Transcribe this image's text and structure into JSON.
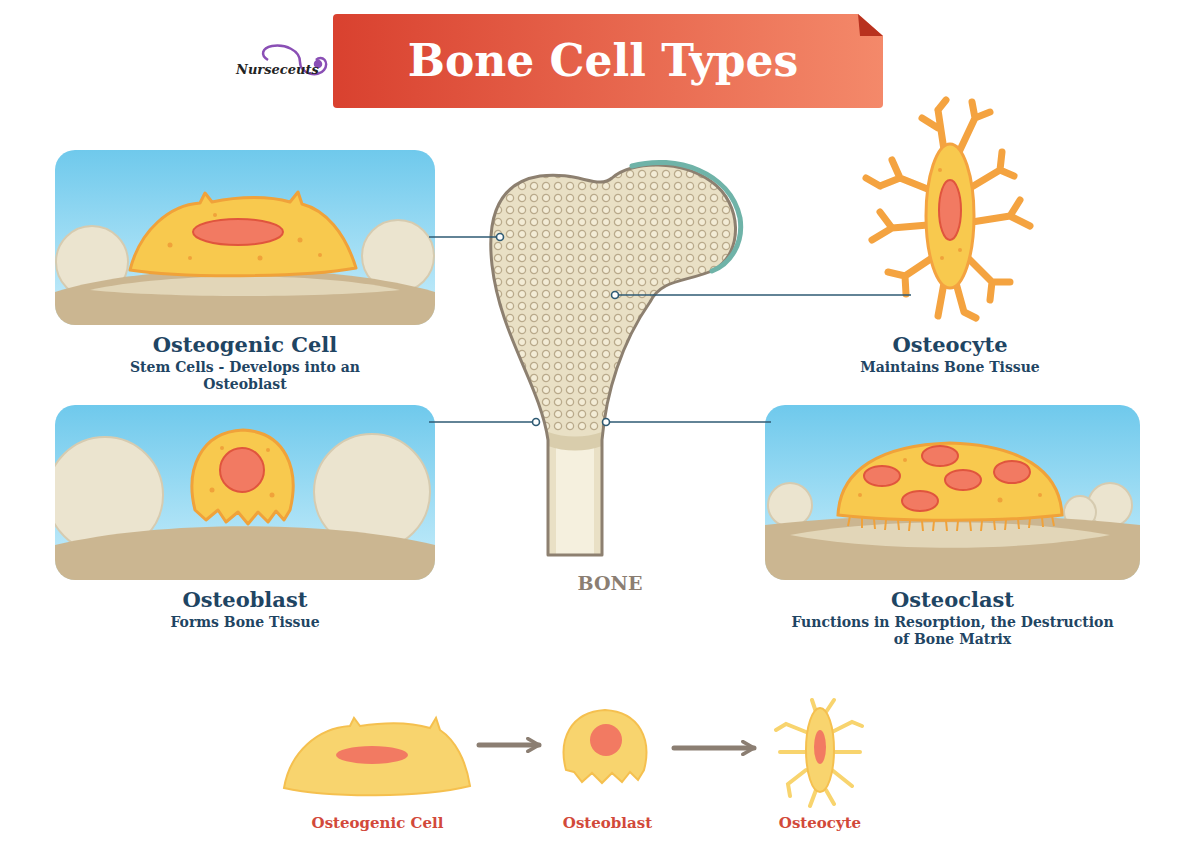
{
  "diagram": {
    "title": "Bone Cell Types",
    "nodes": [
      {
        "text": [
          "Osteogenic Cell",
          "Stem Cells - Develops into an Osteoblast"
        ]
      },
      {
        "text": [
          "BONE"
        ]
      },
      {
        "text": [
          "Osteocyte",
          "Maintains Bone Tissue"
        ]
      },
      {
        "text": [
          "Osteoblast",
          "Forms Bone Tissue"
        ]
      },
      {
        "text": [
          "Osteoclast",
          "Functions in Resorption, the Destruction of Bone Matrix"
        ]
      },
      {
        "text": [
          "Osteogenic Cell"
        ]
      },
      {
        "text": [
          "Osteoblast"
        ]
      },
      {
        "text": [
          "Osteocyte"
        ]
      }
    ],
    "edges": [
      {
        "from": 0,
        "to": 1,
        "arrow": "none"
      },
      {
        "from": 2,
        "to": 1,
        "arrow": "none"
      },
      {
        "from": 3,
        "to": 1,
        "arrow": "none"
      },
      {
        "from": 4,
        "to": 1,
        "arrow": "none"
      },
      {
        "from": 5,
        "to": 6,
        "arrow": "to"
      },
      {
        "from": 6,
        "to": 7,
        "arrow": "to"
      }
    ],
    "labels": [
      "Nurseceuts"
    ]
  }
}
